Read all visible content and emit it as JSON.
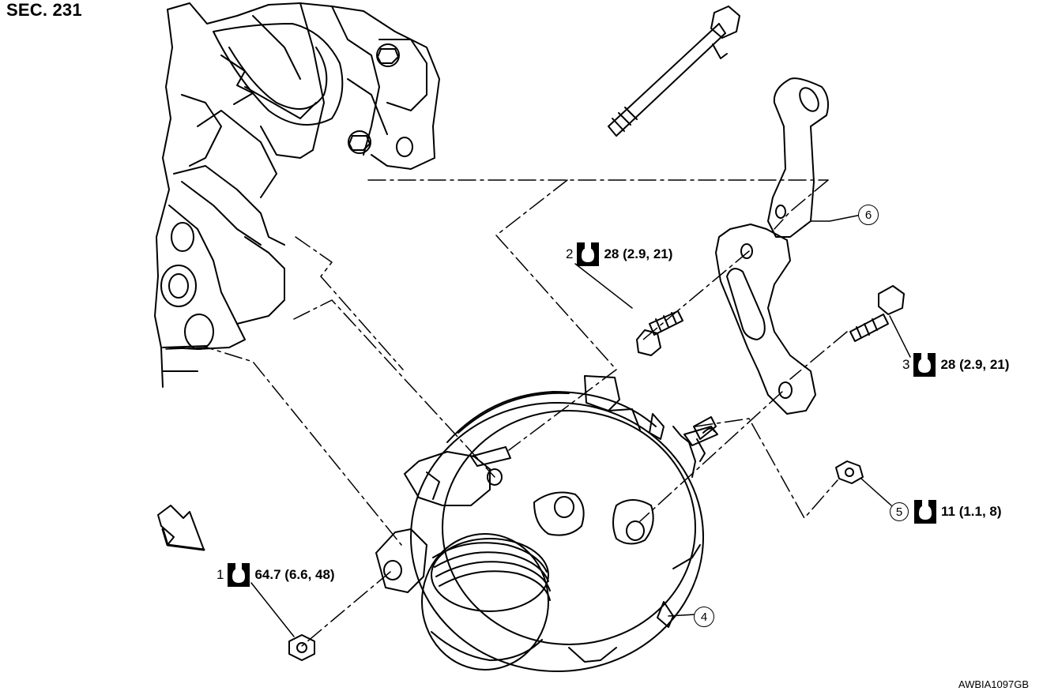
{
  "header": {
    "section": "SEC. 231"
  },
  "footer": {
    "figure_code": "AWBIA1097GB"
  },
  "callouts": [
    {
      "number": "1",
      "torque": "64.7 (6.6, 48)"
    },
    {
      "number": "2",
      "torque": "28 (2.9, 21)"
    },
    {
      "number": "3",
      "torque": "28 (2.9, 21)"
    },
    {
      "number": "5",
      "torque": "11 (1.1, 8)"
    }
  ],
  "tags": [
    {
      "number": "4"
    },
    {
      "number": "6"
    }
  ],
  "icons": {
    "torque": "torque-wrench-icon",
    "front": "front-arrow-icon"
  }
}
